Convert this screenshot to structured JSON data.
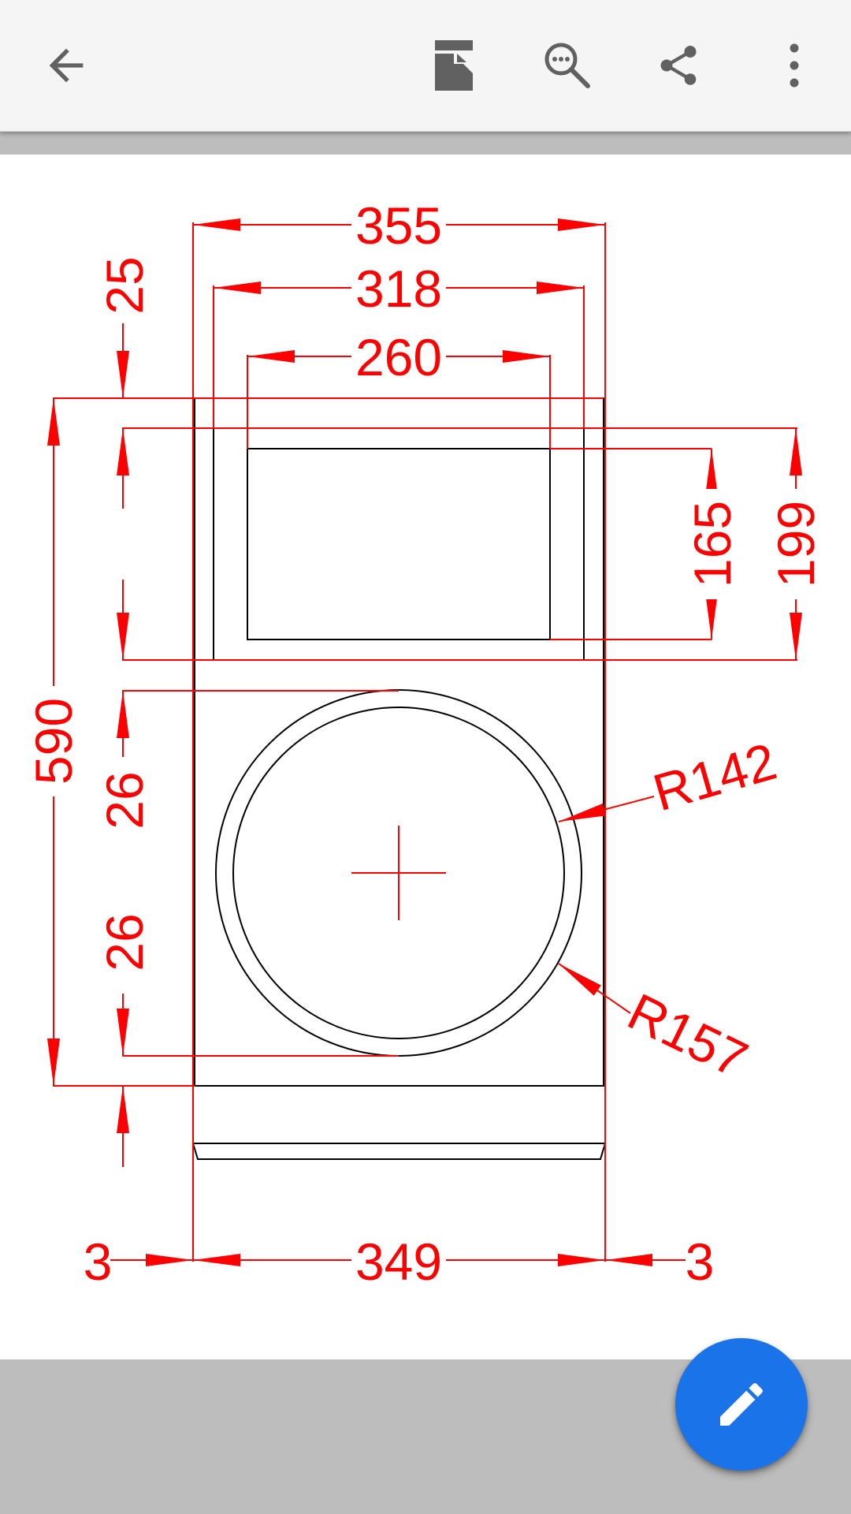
{
  "toolbar": {
    "back_icon": "arrow-left-icon",
    "actions": [
      "fit-page-icon",
      "find-in-document-icon",
      "share-icon",
      "more-vert-icon"
    ]
  },
  "drawing": {
    "dimensions": {
      "overall_width": "355",
      "inner_width": "318",
      "window_width": "260",
      "top_offset": "25",
      "total_height": "590",
      "window_height": "165",
      "panel_height": "199",
      "gap_upper": "26",
      "gap_lower": "26",
      "radius_inner": "R142",
      "radius_outer": "R157",
      "base_left": "3",
      "base_width": "349",
      "base_right": "3"
    }
  },
  "fab": {
    "icon": "edit-pencil-icon"
  },
  "colors": {
    "dimension": "#ff0000",
    "outline": "#000000",
    "toolbar": "#f5f5f5",
    "icon": "#616161",
    "accent": "#1a73e8"
  }
}
